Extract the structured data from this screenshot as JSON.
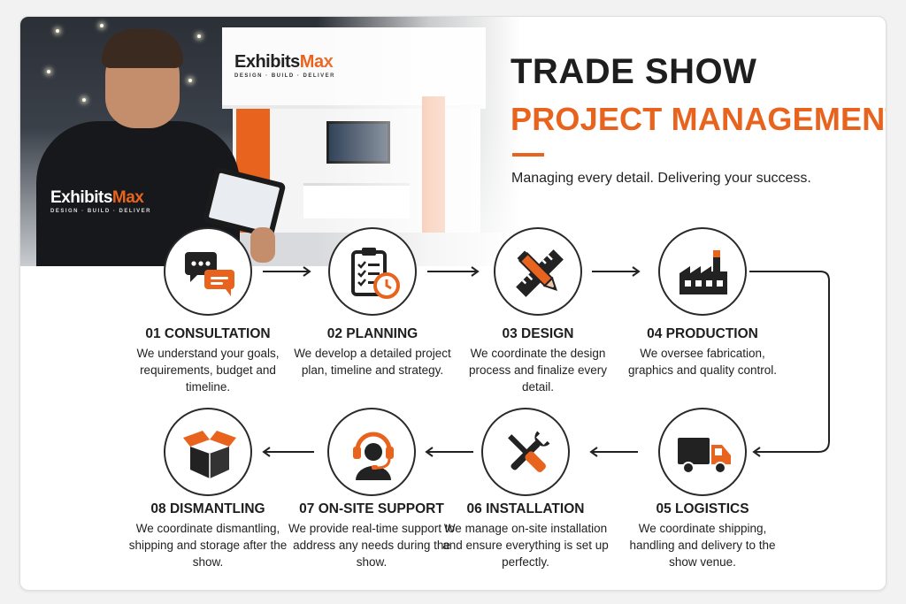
{
  "hero": {
    "booth_logo": {
      "brand_main": "Exhibits",
      "brand_accent": "Max",
      "tagline": "DESIGN · BUILD · DELIVER"
    },
    "shirt_logo": {
      "brand_main": "Exhibits",
      "brand_accent": "Max",
      "tagline": "DESIGN · BUILD · DELIVER"
    }
  },
  "header": {
    "title_line1": "TRADE SHOW",
    "title_line2": "PROJECT MANAGEMENT",
    "subtitle": "Managing every detail. Delivering your success."
  },
  "colors": {
    "accent": "#e8641e",
    "dark": "#2a2a2a",
    "text": "#222222"
  },
  "steps": [
    {
      "title": "01 CONSULTATION",
      "description": "We understand your goals, requirements, budget and timeline.",
      "icon": "chat-bubbles-icon"
    },
    {
      "title": "02 PLANNING",
      "description": "We develop a detailed project plan, timeline and strategy.",
      "icon": "clipboard-clock-icon"
    },
    {
      "title": "03 DESIGN",
      "description": "We coordinate the design process and finalize every detail.",
      "icon": "pencil-ruler-icon"
    },
    {
      "title": "04 PRODUCTION",
      "description": "We oversee fabrication, graphics and quality control.",
      "icon": "factory-icon"
    },
    {
      "title": "05 LOGISTICS",
      "description": "We coordinate shipping, handling and delivery to the show venue.",
      "icon": "truck-icon"
    },
    {
      "title": "06 INSTALLATION",
      "description": "We manage on-site installation and ensure everything is set up perfectly.",
      "icon": "wrench-screwdriver-icon"
    },
    {
      "title": "07 ON-SITE SUPPORT",
      "description": "We provide real-time support to address any needs during the show.",
      "icon": "headset-support-icon"
    },
    {
      "title": "08 DISMANTLING",
      "description": "We coordinate dismantling, shipping and storage after the show.",
      "icon": "open-box-icon"
    }
  ]
}
